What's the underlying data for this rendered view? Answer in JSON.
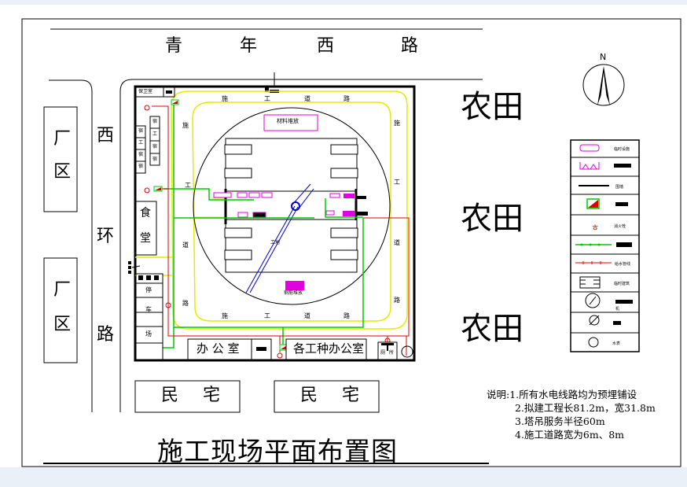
{
  "drawing": {
    "title": "施工现场平面布置图",
    "north_label": "N",
    "roads": {
      "north": [
        "青",
        "年",
        "西",
        "路"
      ],
      "west": [
        "西",
        "环",
        "路"
      ]
    },
    "surroundings": {
      "factory_1": [
        "厂",
        "区"
      ],
      "factory_2": [
        "厂",
        "区"
      ],
      "farmland": [
        "农田",
        "农田",
        "农田"
      ],
      "residence_1": "民 宅",
      "residence_2": "民 宅"
    },
    "site": {
      "construction_road_top": [
        "施",
        "工",
        "道",
        "路"
      ],
      "construction_road_bottom": [
        "施",
        "工",
        "道",
        "路"
      ],
      "construction_road_left": [
        "施",
        "工",
        "道",
        "路"
      ],
      "construction_road_right": [
        "施",
        "工",
        "道",
        "路"
      ],
      "material_yard": "材料堆放",
      "steel_yard": "钢筋堆放",
      "building_label": "工地",
      "canteen": [
        "食",
        "堂"
      ],
      "parking": [
        "停",
        "车",
        "场"
      ],
      "office": "办 公 室",
      "trades_office": "各工种办公室",
      "top_left_room": "保卫室",
      "dorm_column_1": [
        "宿",
        "工",
        "宿",
        "宿"
      ],
      "dorm_column_2": [
        "宿",
        "工",
        "宿",
        "宿"
      ],
      "toilet_labels": [
        "厕",
        "所"
      ]
    },
    "legend": {
      "items": [
        {
          "symbol": "pipe-shed-symbol",
          "label": "临时设施"
        },
        {
          "symbol": "mixer-symbol",
          "label": ""
        },
        {
          "symbol": "fence-line-symbol",
          "label": "围墙"
        },
        {
          "symbol": "distribution-box-symbol",
          "label": ""
        },
        {
          "symbol": "hydrant-symbol",
          "label": "消火栓"
        },
        {
          "symbol": "power-line-symbol",
          "label": ""
        },
        {
          "symbol": "water-line-symbol",
          "label": "给水管线"
        },
        {
          "symbol": "temp-building-symbol",
          "label": "临时建筑"
        },
        {
          "symbol": "tower-crane-symbol",
          "label": "机"
        },
        {
          "symbol": "transformer-symbol",
          "label": ""
        },
        {
          "symbol": "water-meter-symbol",
          "label": "水表"
        }
      ]
    },
    "notes": {
      "heading": "说明:",
      "lines": [
        "1.所有水电线路均为预埋铺设",
        "2.拟建工程长81.2m，宽31.8m",
        "3.塔吊服务半径60m",
        "4.施工道路宽为6m、8m"
      ]
    },
    "colors": {
      "road_yellow": "#f0f000",
      "water_green": "#00cc00",
      "power_red": "#dd0000",
      "magenta": "#e000e0",
      "crane_blue": "#0000cc",
      "background": "#eaf0f8"
    }
  }
}
